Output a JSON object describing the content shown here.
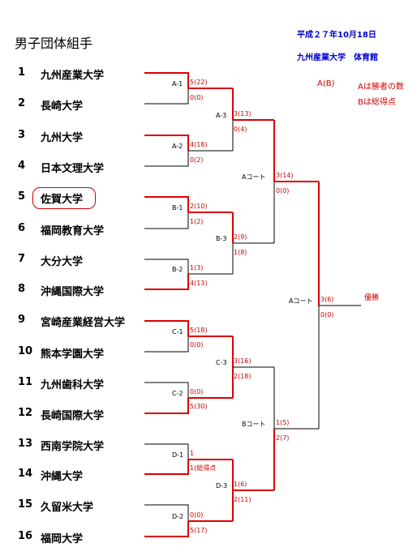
{
  "title": "男子団体組手",
  "header": {
    "date": "平成２７年10月18日",
    "venue": "九州産業大学　体育館"
  },
  "legend": {
    "ab": "A(B)",
    "a_desc": "Aは勝者の数",
    "b_desc": "Bは総得点"
  },
  "teams": [
    {
      "seed": "1",
      "name": "九州産業大学"
    },
    {
      "seed": "2",
      "name": "長崎大学"
    },
    {
      "seed": "3",
      "name": "九州大学"
    },
    {
      "seed": "4",
      "name": "日本文理大学"
    },
    {
      "seed": "5",
      "name": "佐賀大学"
    },
    {
      "seed": "6",
      "name": "福岡教育大学"
    },
    {
      "seed": "7",
      "name": "大分大学"
    },
    {
      "seed": "8",
      "name": "沖縄国際大学"
    },
    {
      "seed": "9",
      "name": "宮崎産業経営大学"
    },
    {
      "seed": "10",
      "name": "熊本学園大学"
    },
    {
      "seed": "11",
      "name": "九州歯科大学"
    },
    {
      "seed": "12",
      "name": "長崎国際大学"
    },
    {
      "seed": "13",
      "name": "西南学院大学"
    },
    {
      "seed": "14",
      "name": "沖縄大学"
    },
    {
      "seed": "15",
      "name": "久留米大学"
    },
    {
      "seed": "16",
      "name": "福岡大学"
    }
  ],
  "matches": {
    "A1": {
      "label": "A-1",
      "top": "5(22)",
      "bottom": "0(0)"
    },
    "A2": {
      "label": "A-2",
      "top": "4(18)",
      "bottom": "0(2)"
    },
    "B1": {
      "label": "B-1",
      "top": "2(10)",
      "bottom": "1(2)"
    },
    "B2": {
      "label": "B-2",
      "top": "1(3)",
      "bottom": "4(13)"
    },
    "C1": {
      "label": "C-1",
      "top": "5(18)",
      "bottom": "0(0)"
    },
    "C2": {
      "label": "C-2",
      "top": "0(0)",
      "bottom": "5(30)"
    },
    "D1": {
      "label": "D-1",
      "top": "1",
      "bottom": "1(総得点"
    },
    "D2": {
      "label": "D-2",
      "top": "0(0)",
      "bottom": "5(17)"
    },
    "A3": {
      "label": "A-3",
      "top": "3(13)",
      "bottom": "0(4)"
    },
    "B3": {
      "label": "B-3",
      "top": "2(9)",
      "bottom": "1(8)"
    },
    "C3": {
      "label": "C-3",
      "top": "3(16)",
      "bottom": "2(18)"
    },
    "D3": {
      "label": "D-3",
      "top": "1(6)",
      "bottom": "2(11)"
    },
    "SF_A": {
      "label": "Aコート",
      "top": "3(14)",
      "bottom": "0(0)"
    },
    "SF_B": {
      "label": "Bコート",
      "top": "1(5)",
      "bottom": "2(7)"
    },
    "F": {
      "label": "Aコート",
      "top": "3(6)",
      "bottom": "0(0)"
    }
  },
  "champion_label": "優勝",
  "colors": {
    "win": "#dd0000",
    "lose": "#000000",
    "score": "#cc0000",
    "header": "#0000cc"
  }
}
